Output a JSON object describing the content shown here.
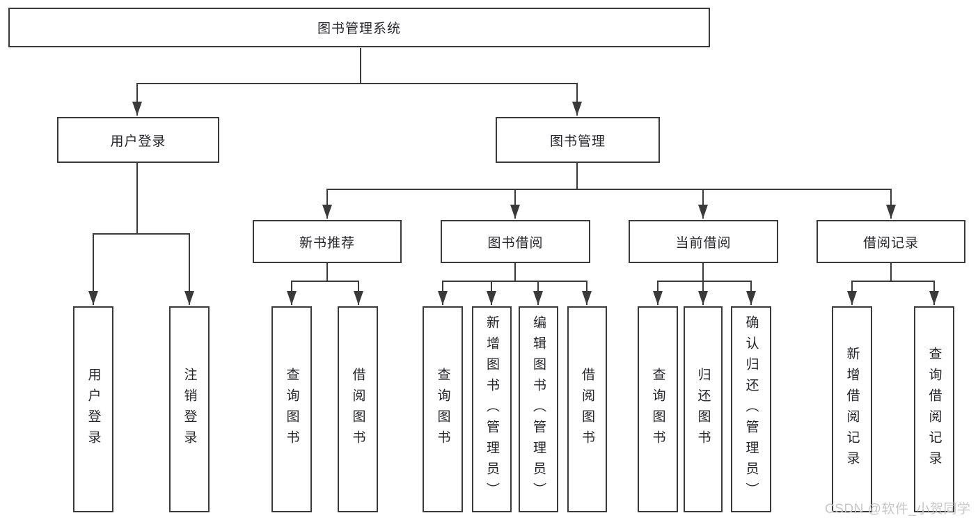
{
  "diagram": {
    "root": {
      "label": "图书管理系统"
    },
    "level2": {
      "user_login": "用户登录",
      "book_management": "图书管理"
    },
    "level3": {
      "new_book_recommend": "新书推荐",
      "book_borrowing": "图书借阅",
      "current_borrowing": "当前借阅",
      "borrowing_records": "借阅记录"
    },
    "leaves": {
      "user_login": [
        "用户登录",
        "注销登录"
      ],
      "new_book_recommend": [
        "查询图书",
        "借阅图书"
      ],
      "book_borrowing": [
        "查询图书",
        "新增图书（管理员）",
        "编辑图书（管理员）",
        "借阅图书"
      ],
      "current_borrowing": [
        "查询图书",
        "归还图书",
        "确认归还（管理员）"
      ],
      "borrowing_records": [
        "新增借阅记录",
        "查询借阅记录"
      ]
    }
  },
  "watermark": "CSDN @软件_小贺同学",
  "colors": {
    "line": "#3a3a3a",
    "box_border": "#3a3a3a",
    "text": "#26262a",
    "background": "#ffffff",
    "watermark": "#c8c8c8"
  }
}
